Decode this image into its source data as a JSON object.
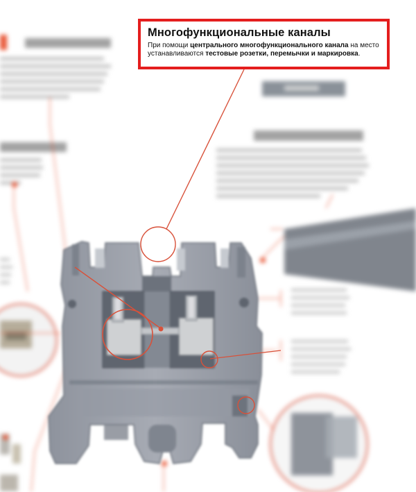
{
  "callout": {
    "title": "Многофункциональные каналы",
    "text_1": "При помощи ",
    "bold_1": "центрального многофункционального канала",
    "text_2": " на место устанавливаются ",
    "bold_2": "тестовые розетки, перемычки и маркировка",
    "text_3": "."
  },
  "colors": {
    "accent": "#e41e1e",
    "leader": "#d8513a",
    "terminal_body": "#9ea3ad",
    "terminal_dark": "#727884",
    "terminal_light": "#c4c8cf",
    "metal": "#cfd1d3",
    "text_blur": "#444444"
  },
  "icons": [
    "terminal-block-image",
    "screw-clamp-icon",
    "callout-circle-icon"
  ]
}
